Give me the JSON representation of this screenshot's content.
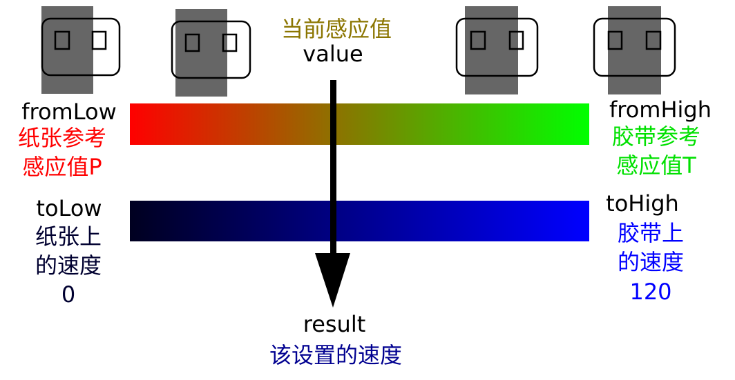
{
  "value_label": {
    "cn": "当前感应值",
    "en": "value"
  },
  "from_low": {
    "en": "fromLow",
    "cn_line1": "纸张参考",
    "cn_line2": "感应值P"
  },
  "from_high": {
    "en": "fromHigh",
    "cn_line1": "胶带参考",
    "cn_line2": "感应值T"
  },
  "to_low": {
    "en": "toLow",
    "cn_line1": "纸张上",
    "cn_line2": "的速度",
    "number": "0"
  },
  "to_high": {
    "en": "toHigh",
    "cn_line1": "胶带上",
    "cn_line2": "的速度",
    "number": "120"
  },
  "result_label": {
    "en": "result",
    "cn": "该设置的速度"
  },
  "colors": {
    "value_cn": "#8b7500",
    "from_low": "#ff0000",
    "from_high": "#00e000",
    "to_low": "#000030",
    "to_high": "#0000ff",
    "result_cn": "#000090",
    "sensor_shade": "#666666"
  }
}
